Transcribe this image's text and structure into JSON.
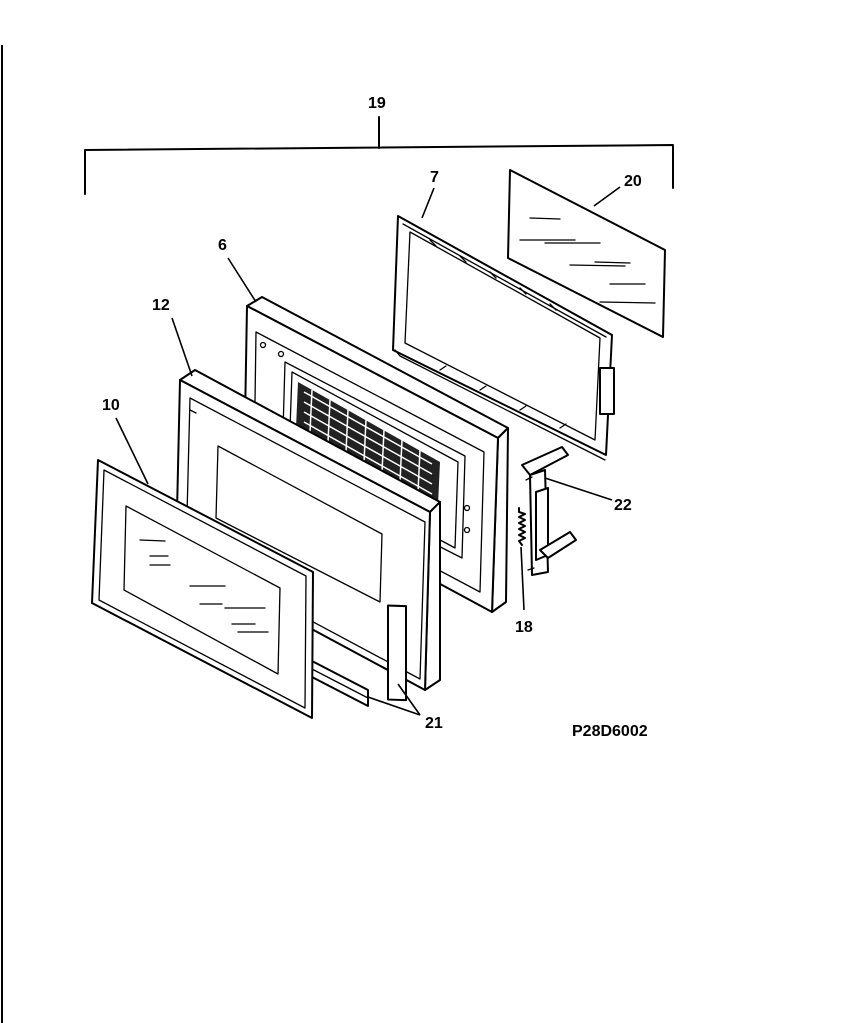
{
  "diagram": {
    "figure_code": "P28D6002",
    "parts": [
      {
        "callout": "19",
        "part": "door-assembly"
      },
      {
        "callout": "7",
        "part": "door-frame"
      },
      {
        "callout": "20",
        "part": "door-glass"
      },
      {
        "callout": "6",
        "part": "inner-door-panel"
      },
      {
        "callout": "12",
        "part": "door-frame-front"
      },
      {
        "callout": "10",
        "part": "outer-door-panel"
      },
      {
        "callout": "22",
        "part": "door-latch"
      },
      {
        "callout": "18",
        "part": "latch-spring"
      },
      {
        "callout": "21",
        "part": "door-trim-strips"
      }
    ]
  }
}
